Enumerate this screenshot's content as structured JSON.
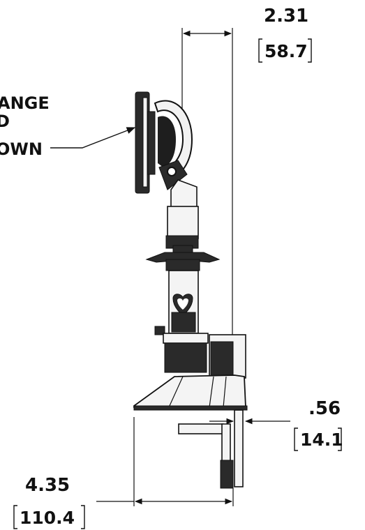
{
  "callout": {
    "line1": "ANGE",
    "line2": "D",
    "line3": "OWN"
  },
  "dimensions": {
    "top_width": {
      "imperial": "2.31",
      "metric": "58.7"
    },
    "clamp_width": {
      "imperial": ".56",
      "metric": "14.1"
    },
    "base_depth": {
      "imperial": "4.35",
      "metric": "110.4"
    }
  },
  "colors": {
    "ink": "#111111",
    "paper": "#ffffff",
    "shade": "#2a2a2a"
  }
}
